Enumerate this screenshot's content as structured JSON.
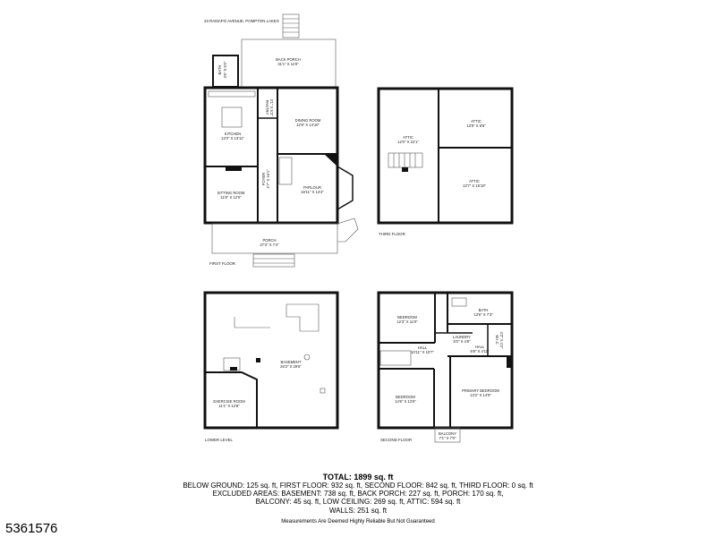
{
  "address": "33 RAMAPO AVENUE, POMPTON LAKES",
  "floors": {
    "first": {
      "caption": "FIRST FLOOR",
      "rooms": [
        {
          "name": "BACK PORCH",
          "dims": "31'1\" X 11'8\""
        },
        {
          "name": "BATH",
          "dims": "3'6\" X 5'0\""
        },
        {
          "name": "PANTRY",
          "dims": "3'1\" X 5'3\""
        },
        {
          "name": "KITCHEN",
          "dims": "13'3\" X 13'11\""
        },
        {
          "name": "DINING ROOM",
          "dims": "12'8\" X 14'10\""
        },
        {
          "name": "FOYER",
          "dims": "4'7\" X 16'1\""
        },
        {
          "name": "SITTING ROOM",
          "dims": "11'6\" X 12'0\""
        },
        {
          "name": "PARLOUR",
          "dims": "18'11\" X 14'4\""
        },
        {
          "name": "PORCH",
          "dims": "27'3\" X 7'4\""
        }
      ]
    },
    "third": {
      "caption": "THIRD FLOOR",
      "rooms": [
        {
          "name": "ATTIC",
          "dims": "12'0\" X 22'1\""
        },
        {
          "name": "ATTIC",
          "dims": "13'9\" X 8'6\""
        },
        {
          "name": "ATTIC",
          "dims": "13'7\" X 15'10\""
        }
      ]
    },
    "lower": {
      "caption": "LOWER LEVEL",
      "rooms": [
        {
          "name": "BASEMENT",
          "dims": "26'3\" X 29'6\""
        },
        {
          "name": "EXERCISE ROOM",
          "dims": "11'1\" X 12'8\""
        }
      ]
    },
    "second": {
      "caption": "SECOND FLOOR",
      "rooms": [
        {
          "name": "BEDROOM",
          "dims": "12'3\" X 11'0\""
        },
        {
          "name": "BATH",
          "dims": "13'6\" X 7'3\""
        },
        {
          "name": "LAUNDRY",
          "dims": "5'0\" X 4'8\""
        },
        {
          "name": "HALL",
          "dims": "10'11\" X 10'7\""
        },
        {
          "name": "HALL",
          "dims": "6'8\" X 4'11\""
        },
        {
          "name": "W.I.C.",
          "dims": "4'3\" X 4'4\""
        },
        {
          "name": "BEDROOM",
          "dims": "14'6\" X 12'6\""
        },
        {
          "name": "PRIMARY BEDROOM",
          "dims": "13'2\" X 14'9\""
        },
        {
          "name": "BALCONY",
          "dims": "7'1\" X 7'0\""
        }
      ]
    }
  },
  "summary": {
    "total": "TOTAL: 1899 sq. ft",
    "below": "BELOW GROUND: 125 sq. ft, FIRST FLOOR: 932 sq. ft, SECOND FLOOR: 842 sq. ft, THIRD FLOOR: 0 sq. ft",
    "excluded": "EXCLUDED AREAS: BASEMENT: 738 sq. ft, BACK PORCH: 227 sq. ft, PORCH: 170 sq. ft,",
    "balcony": "BALCONY: 45 sq. ft, LOW CEILING: 269 sq. ft, ATTIC: 594 sq. ft",
    "walls": "WALLS: 251 sq. ft",
    "disclaimer": "Measurements Are Deemed Highly Reliable But Not Guaranteed"
  },
  "listing_id": "5361576"
}
